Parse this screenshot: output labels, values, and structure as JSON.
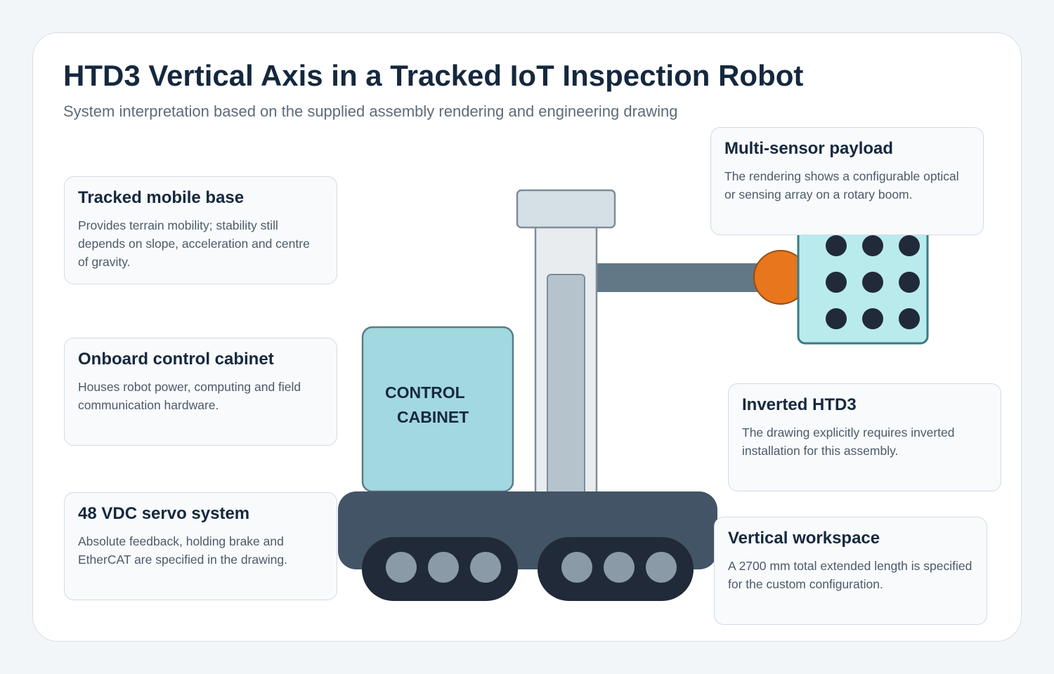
{
  "header": {
    "title": "HTD3 Vertical Axis in a Tracked IoT Inspection Robot",
    "subtitle": "System interpretation based on the supplied assembly rendering and engineering drawing"
  },
  "illustration": {
    "cabinet_line1": "CONTROL",
    "cabinet_line2": "CABINET",
    "colors": {
      "base": "#435466",
      "track": "#212a38",
      "wheel": "#8a9aa6",
      "cabinet": "#a2d8df",
      "column": "#e8ecef",
      "carriage": "#b5c3cc",
      "boom": "#627886",
      "joint": "#e8761d",
      "sensor_panel": "#b9ebec",
      "sensor_dot": "#212a38"
    }
  },
  "cards": [
    {
      "id": "tracked-base",
      "title": "Tracked mobile base",
      "text": "Provides terrain mobility; stability still depends on slope, acceleration and centre of gravity."
    },
    {
      "id": "control-cabinet",
      "title": "Onboard control cabinet",
      "text": "Houses robot power, computing and field communication hardware."
    },
    {
      "id": "servo-system",
      "title": "48 VDC servo system",
      "text": "Absolute feedback, holding brake and EtherCAT are specified in the drawing."
    },
    {
      "id": "sensor-payload",
      "title": "Multi-sensor payload",
      "text": "The rendering shows a configurable optical or sensing array on a rotary boom."
    },
    {
      "id": "inverted-htd3",
      "title": "Inverted HTD3",
      "text": "The drawing explicitly requires inverted installation for this assembly."
    },
    {
      "id": "vertical-workspace",
      "title": "Vertical workspace",
      "text": "A 2700 mm total extended length is specified for the custom configuration."
    }
  ]
}
